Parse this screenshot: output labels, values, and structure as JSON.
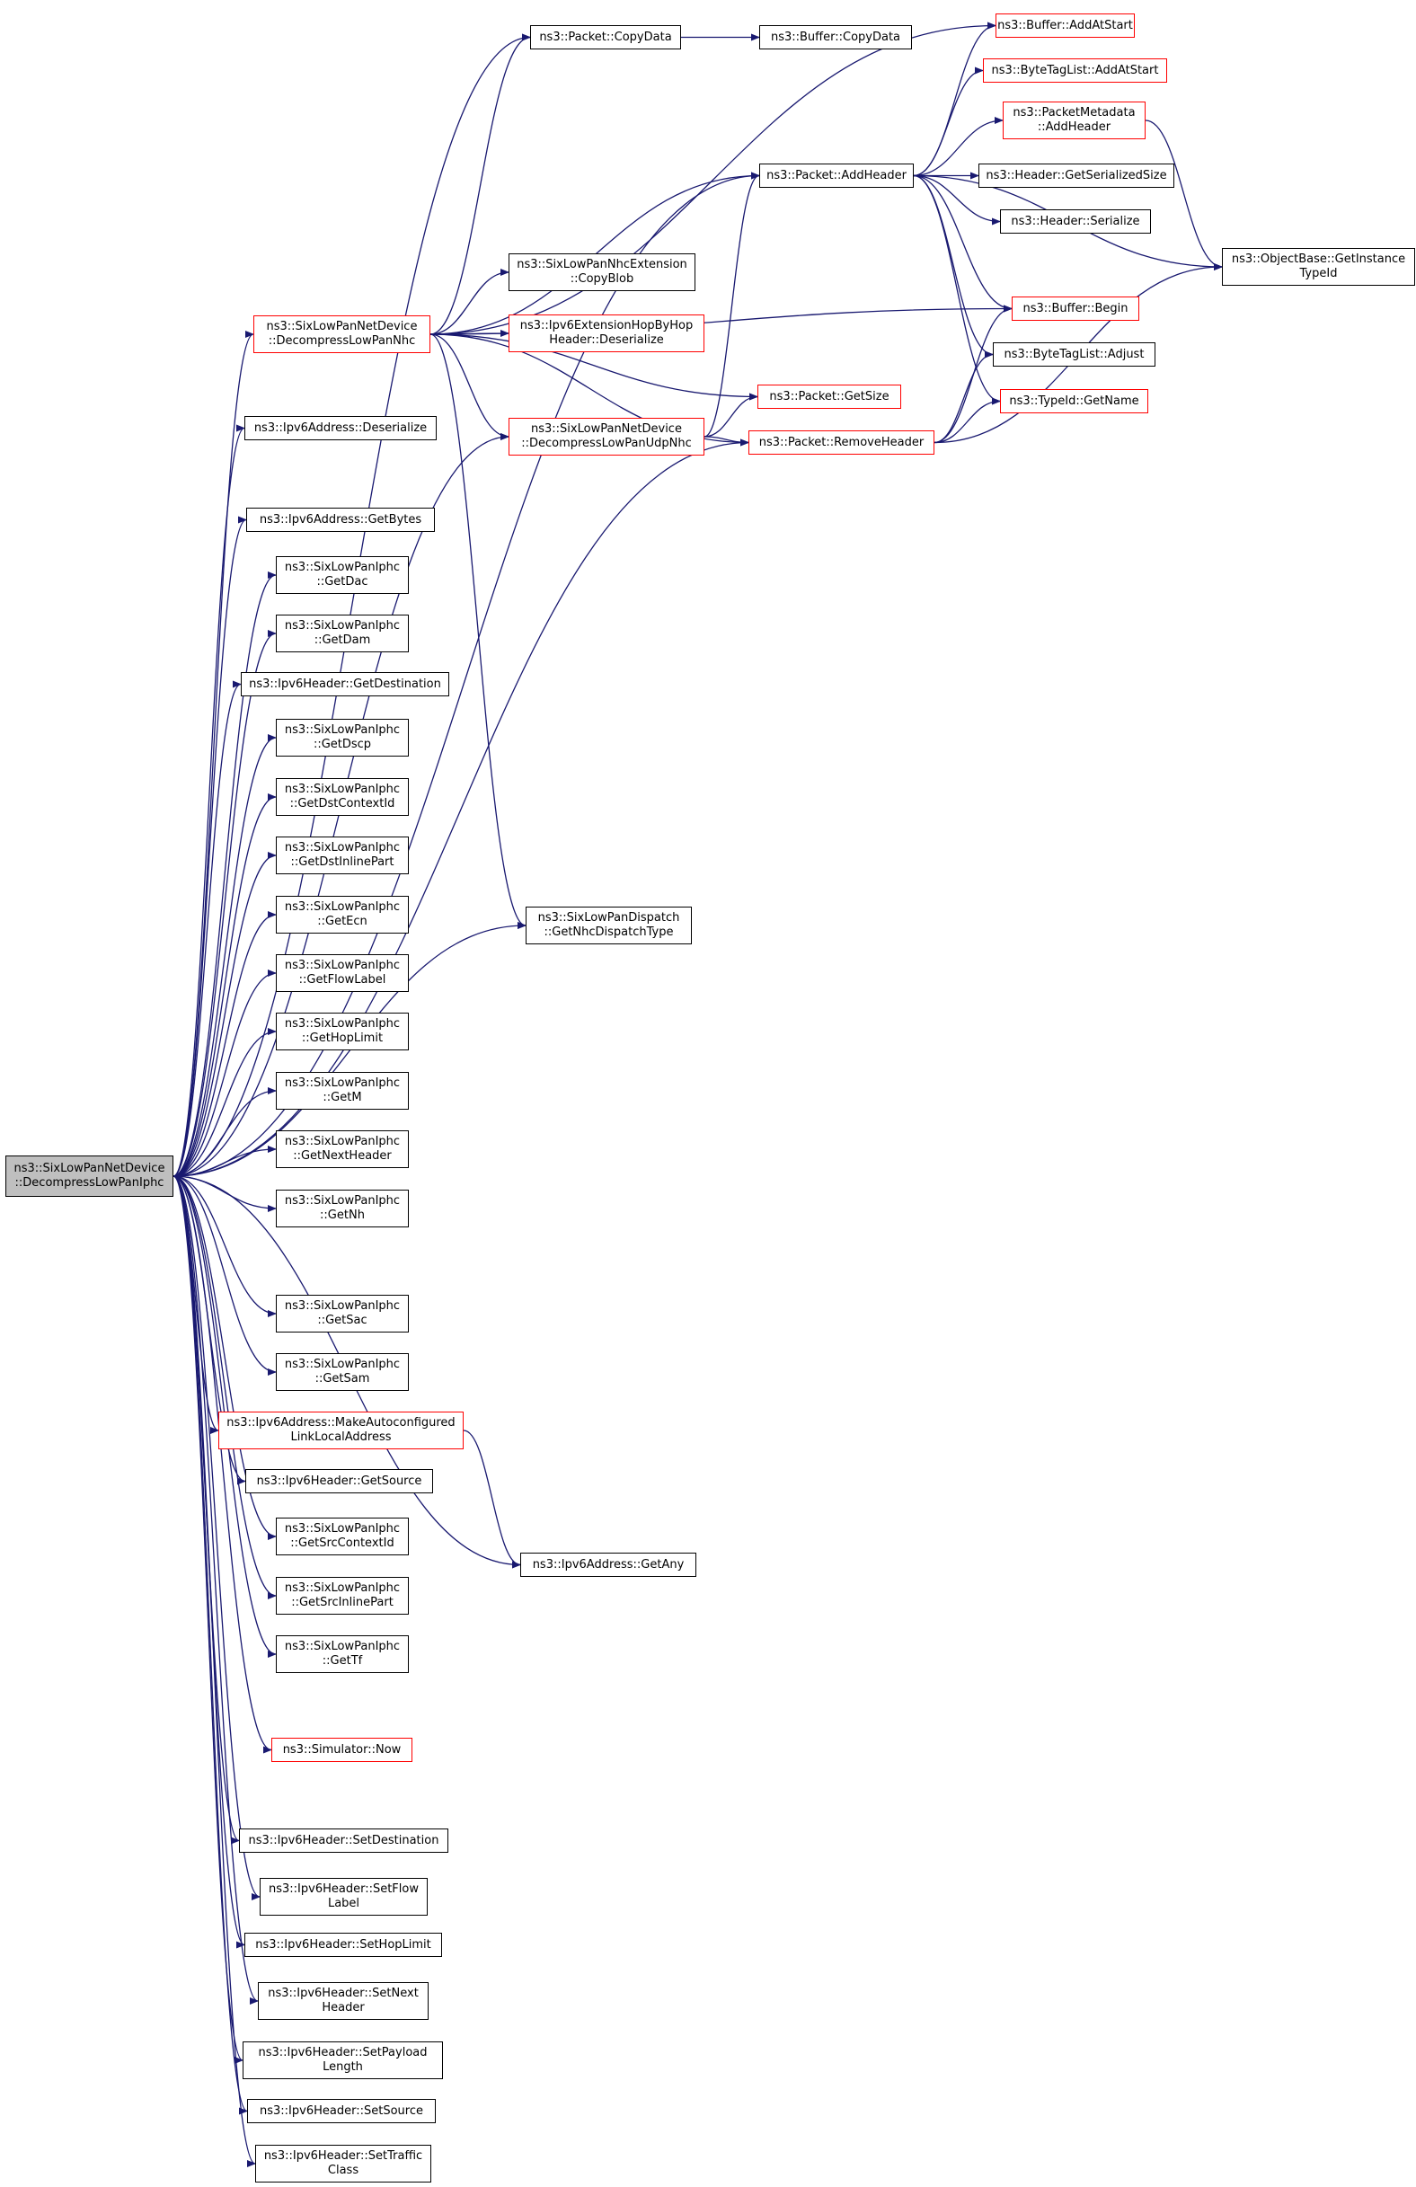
{
  "diagram": {
    "root": "root",
    "colors": {
      "edge": "#191970",
      "node_border": "#000000",
      "node_border_truncated": "#ff0000",
      "root_fill": "#bfbfbf",
      "node_fill": "#ffffff"
    },
    "nodes": [
      {
        "id": "root",
        "lines": [
          "ns3::SixLowPanNetDevice",
          "::DecompressLowPanIphc"
        ],
        "truncated": false
      },
      {
        "id": "copydata",
        "lines": [
          "ns3::Packet::CopyData"
        ],
        "truncated": false
      },
      {
        "id": "bufcopydata",
        "lines": [
          "ns3::Buffer::CopyData"
        ],
        "truncated": false
      },
      {
        "id": "addatstart",
        "lines": [
          "ns3::Buffer::AddAtStart"
        ],
        "truncated": true
      },
      {
        "id": "btladdatstart",
        "lines": [
          "ns3::ByteTagList::AddAtStart"
        ],
        "truncated": true
      },
      {
        "id": "pmaddheader",
        "lines": [
          "ns3::PacketMetadata",
          "::AddHeader"
        ],
        "truncated": true
      },
      {
        "id": "addheader",
        "lines": [
          "ns3::Packet::AddHeader"
        ],
        "truncated": false
      },
      {
        "id": "getserializedsize",
        "lines": [
          "ns3::Header::GetSerializedSize"
        ],
        "truncated": false
      },
      {
        "id": "serialize",
        "lines": [
          "ns3::Header::Serialize"
        ],
        "truncated": false
      },
      {
        "id": "getinstancetypeid",
        "lines": [
          "ns3::ObjectBase::GetInstance",
          "TypeId"
        ],
        "truncated": false
      },
      {
        "id": "nhccopyblob",
        "lines": [
          "ns3::SixLowPanNhcExtension",
          "::CopyBlob"
        ],
        "truncated": false
      },
      {
        "id": "decompnhc",
        "lines": [
          "ns3::SixLowPanNetDevice",
          "::DecompressLowPanNhc"
        ],
        "truncated": true
      },
      {
        "id": "hbhdeserialize",
        "lines": [
          "ns3::Ipv6ExtensionHopByHop",
          "Header::Deserialize"
        ],
        "truncated": true
      },
      {
        "id": "bufbegin",
        "lines": [
          "ns3::Buffer::Begin"
        ],
        "truncated": true
      },
      {
        "id": "btladjust",
        "lines": [
          "ns3::ByteTagList::Adjust"
        ],
        "truncated": false
      },
      {
        "id": "getsize",
        "lines": [
          "ns3::Packet::GetSize"
        ],
        "truncated": true
      },
      {
        "id": "typeidgetname",
        "lines": [
          "ns3::TypeId::GetName"
        ],
        "truncated": true
      },
      {
        "id": "decompudpnhc",
        "lines": [
          "ns3::SixLowPanNetDevice",
          "::DecompressLowPanUdpNhc"
        ],
        "truncated": true
      },
      {
        "id": "removeheader",
        "lines": [
          "ns3::Packet::RemoveHeader"
        ],
        "truncated": true
      },
      {
        "id": "addrdeserialize",
        "lines": [
          "ns3::Ipv6Address::Deserialize"
        ],
        "truncated": false
      },
      {
        "id": "getbytes",
        "lines": [
          "ns3::Ipv6Address::GetBytes"
        ],
        "truncated": false
      },
      {
        "id": "getdac",
        "lines": [
          "ns3::SixLowPanIphc",
          "::GetDac"
        ],
        "truncated": false
      },
      {
        "id": "getdam",
        "lines": [
          "ns3::SixLowPanIphc",
          "::GetDam"
        ],
        "truncated": false
      },
      {
        "id": "getdestination",
        "lines": [
          "ns3::Ipv6Header::GetDestination"
        ],
        "truncated": false
      },
      {
        "id": "getdscp",
        "lines": [
          "ns3::SixLowPanIphc",
          "::GetDscp"
        ],
        "truncated": false
      },
      {
        "id": "getdstcontextid",
        "lines": [
          "ns3::SixLowPanIphc",
          "::GetDstContextId"
        ],
        "truncated": false
      },
      {
        "id": "getdstinlinepart",
        "lines": [
          "ns3::SixLowPanIphc",
          "::GetDstInlinePart"
        ],
        "truncated": false
      },
      {
        "id": "getecn",
        "lines": [
          "ns3::SixLowPanIphc",
          "::GetEcn"
        ],
        "truncated": false
      },
      {
        "id": "getflowlabel",
        "lines": [
          "ns3::SixLowPanIphc",
          "::GetFlowLabel"
        ],
        "truncated": false
      },
      {
        "id": "gethoplimit",
        "lines": [
          "ns3::SixLowPanIphc",
          "::GetHopLimit"
        ],
        "truncated": false
      },
      {
        "id": "getm",
        "lines": [
          "ns3::SixLowPanIphc",
          "::GetM"
        ],
        "truncated": false
      },
      {
        "id": "getnextheader",
        "lines": [
          "ns3::SixLowPanIphc",
          "::GetNextHeader"
        ],
        "truncated": false
      },
      {
        "id": "getnh",
        "lines": [
          "ns3::SixLowPanIphc",
          "::GetNh"
        ],
        "truncated": false
      },
      {
        "id": "getnhcdispatchtype",
        "lines": [
          "ns3::SixLowPanDispatch",
          "::GetNhcDispatchType"
        ],
        "truncated": false
      },
      {
        "id": "getsac",
        "lines": [
          "ns3::SixLowPanIphc",
          "::GetSac"
        ],
        "truncated": false
      },
      {
        "id": "getsam",
        "lines": [
          "ns3::SixLowPanIphc",
          "::GetSam"
        ],
        "truncated": false
      },
      {
        "id": "makeautoconf",
        "lines": [
          "ns3::Ipv6Address::MakeAutoconfigured",
          "LinkLocalAddress"
        ],
        "truncated": true
      },
      {
        "id": "getsource",
        "lines": [
          "ns3::Ipv6Header::GetSource"
        ],
        "truncated": false
      },
      {
        "id": "getany",
        "lines": [
          "ns3::Ipv6Address::GetAny"
        ],
        "truncated": false
      },
      {
        "id": "getsrccontextid",
        "lines": [
          "ns3::SixLowPanIphc",
          "::GetSrcContextId"
        ],
        "truncated": false
      },
      {
        "id": "getsrcinlinepart",
        "lines": [
          "ns3::SixLowPanIphc",
          "::GetSrcInlinePart"
        ],
        "truncated": false
      },
      {
        "id": "gettf",
        "lines": [
          "ns3::SixLowPanIphc",
          "::GetTf"
        ],
        "truncated": false
      },
      {
        "id": "simnow",
        "lines": [
          "ns3::Simulator::Now"
        ],
        "truncated": true
      },
      {
        "id": "setdestination",
        "lines": [
          "ns3::Ipv6Header::SetDestination"
        ],
        "truncated": false
      },
      {
        "id": "setflowlabel",
        "lines": [
          "ns3::Ipv6Header::SetFlow",
          "Label"
        ],
        "truncated": false
      },
      {
        "id": "sethoplimit",
        "lines": [
          "ns3::Ipv6Header::SetHopLimit"
        ],
        "truncated": false
      },
      {
        "id": "setnextheader",
        "lines": [
          "ns3::Ipv6Header::SetNext",
          "Header"
        ],
        "truncated": false
      },
      {
        "id": "setpayloadlength",
        "lines": [
          "ns3::Ipv6Header::SetPayload",
          "Length"
        ],
        "truncated": false
      },
      {
        "id": "setsource",
        "lines": [
          "ns3::Ipv6Header::SetSource"
        ],
        "truncated": false
      },
      {
        "id": "settrafficclass",
        "lines": [
          "ns3::Ipv6Header::SetTraffic",
          "Class"
        ],
        "truncated": false
      }
    ],
    "edges": [
      [
        "root",
        "copydata"
      ],
      [
        "root",
        "addheader"
      ],
      [
        "root",
        "decompnhc"
      ],
      [
        "root",
        "addrdeserialize"
      ],
      [
        "root",
        "getbytes"
      ],
      [
        "root",
        "getdac"
      ],
      [
        "root",
        "getdam"
      ],
      [
        "root",
        "getdestination"
      ],
      [
        "root",
        "getdscp"
      ],
      [
        "root",
        "getdstcontextid"
      ],
      [
        "root",
        "getdstinlinepart"
      ],
      [
        "root",
        "getecn"
      ],
      [
        "root",
        "getflowlabel"
      ],
      [
        "root",
        "gethoplimit"
      ],
      [
        "root",
        "getm"
      ],
      [
        "root",
        "getnextheader"
      ],
      [
        "root",
        "getnh"
      ],
      [
        "root",
        "getnhcdispatchtype"
      ],
      [
        "root",
        "getsac"
      ],
      [
        "root",
        "getsam"
      ],
      [
        "root",
        "makeautoconf"
      ],
      [
        "root",
        "getsource"
      ],
      [
        "root",
        "getsrccontextid"
      ],
      [
        "root",
        "getsrcinlinepart"
      ],
      [
        "root",
        "gettf"
      ],
      [
        "root",
        "getany"
      ],
      [
        "root",
        "simnow"
      ],
      [
        "root",
        "removeheader"
      ],
      [
        "root",
        "setdestination"
      ],
      [
        "root",
        "setflowlabel"
      ],
      [
        "root",
        "sethoplimit"
      ],
      [
        "root",
        "setnextheader"
      ],
      [
        "root",
        "setpayloadlength"
      ],
      [
        "root",
        "setsource"
      ],
      [
        "root",
        "settrafficclass"
      ],
      [
        "root",
        "decompudpnhc"
      ],
      [
        "copydata",
        "bufcopydata"
      ],
      [
        "decompnhc",
        "copydata"
      ],
      [
        "decompnhc",
        "addheader"
      ],
      [
        "decompnhc",
        "addatstart"
      ],
      [
        "decompnhc",
        "bufbegin"
      ],
      [
        "decompnhc",
        "nhccopyblob"
      ],
      [
        "decompnhc",
        "hbhdeserialize"
      ],
      [
        "decompnhc",
        "getsize"
      ],
      [
        "decompnhc",
        "decompudpnhc"
      ],
      [
        "decompnhc",
        "removeheader"
      ],
      [
        "decompnhc",
        "getnhcdispatchtype"
      ],
      [
        "addheader",
        "addatstart"
      ],
      [
        "addheader",
        "btladdatstart"
      ],
      [
        "addheader",
        "pmaddheader"
      ],
      [
        "addheader",
        "getserializedsize"
      ],
      [
        "addheader",
        "serialize"
      ],
      [
        "addheader",
        "getinstancetypeid"
      ],
      [
        "addheader",
        "bufbegin"
      ],
      [
        "addheader",
        "btladjust"
      ],
      [
        "addheader",
        "typeidgetname"
      ],
      [
        "pmaddheader",
        "getinstancetypeid"
      ],
      [
        "decompudpnhc",
        "addheader"
      ],
      [
        "decompudpnhc",
        "getsize"
      ],
      [
        "decompudpnhc",
        "removeheader"
      ],
      [
        "removeheader",
        "bufbegin"
      ],
      [
        "removeheader",
        "btladjust"
      ],
      [
        "removeheader",
        "typeidgetname"
      ],
      [
        "removeheader",
        "getinstancetypeid"
      ],
      [
        "makeautoconf",
        "getany"
      ]
    ]
  }
}
